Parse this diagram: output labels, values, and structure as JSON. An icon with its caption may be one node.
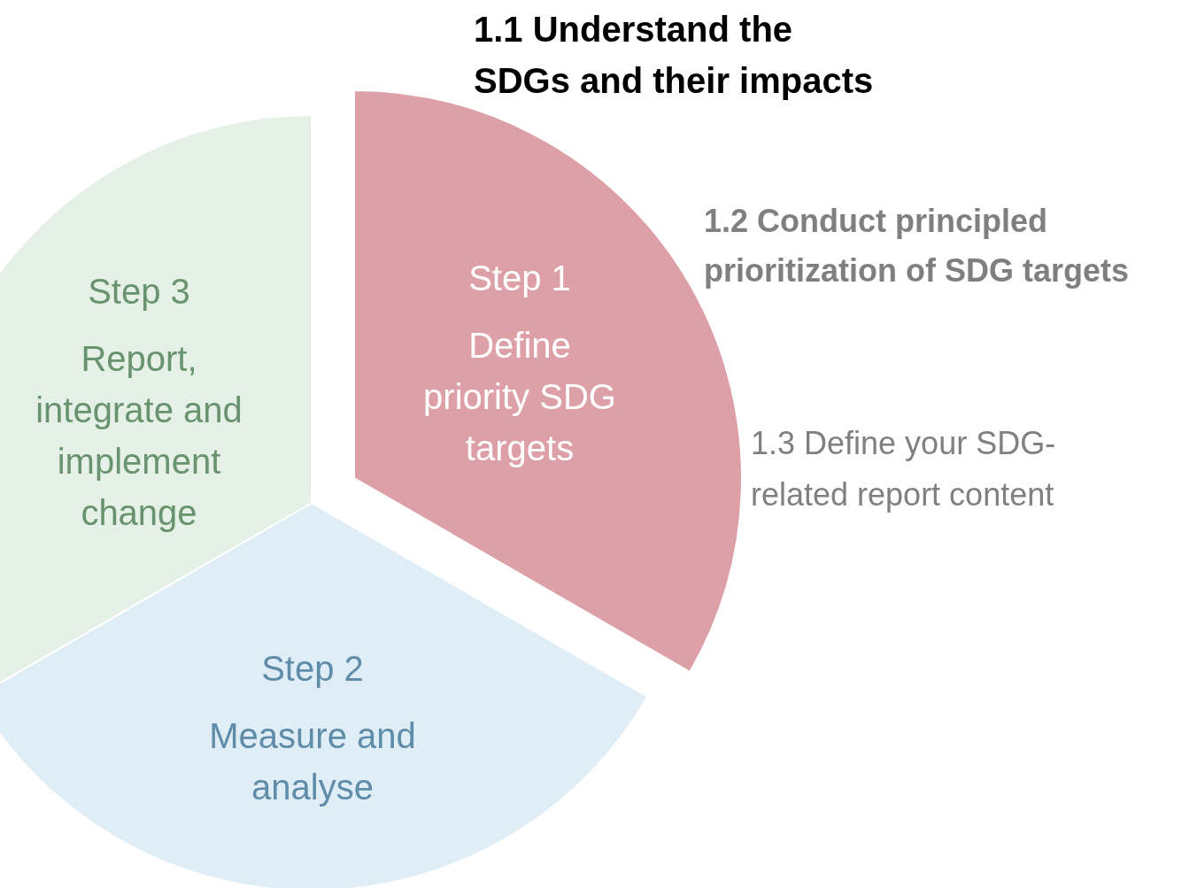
{
  "diagram": {
    "nodes": [
      {
        "text": [
          "Step 1",
          "Define priority SDG targets"
        ],
        "beside": [
          "1.1 Understand the SDGs and their impacts",
          "1.2 Conduct principled prioritization of SDG targets",
          "1.3 Define your SDG-related report content"
        ]
      },
      {
        "text": [
          "Step 2",
          "Measure and analyse"
        ]
      },
      {
        "text": [
          "Step 3",
          "Report, integrate and implement change"
        ]
      }
    ]
  }
}
